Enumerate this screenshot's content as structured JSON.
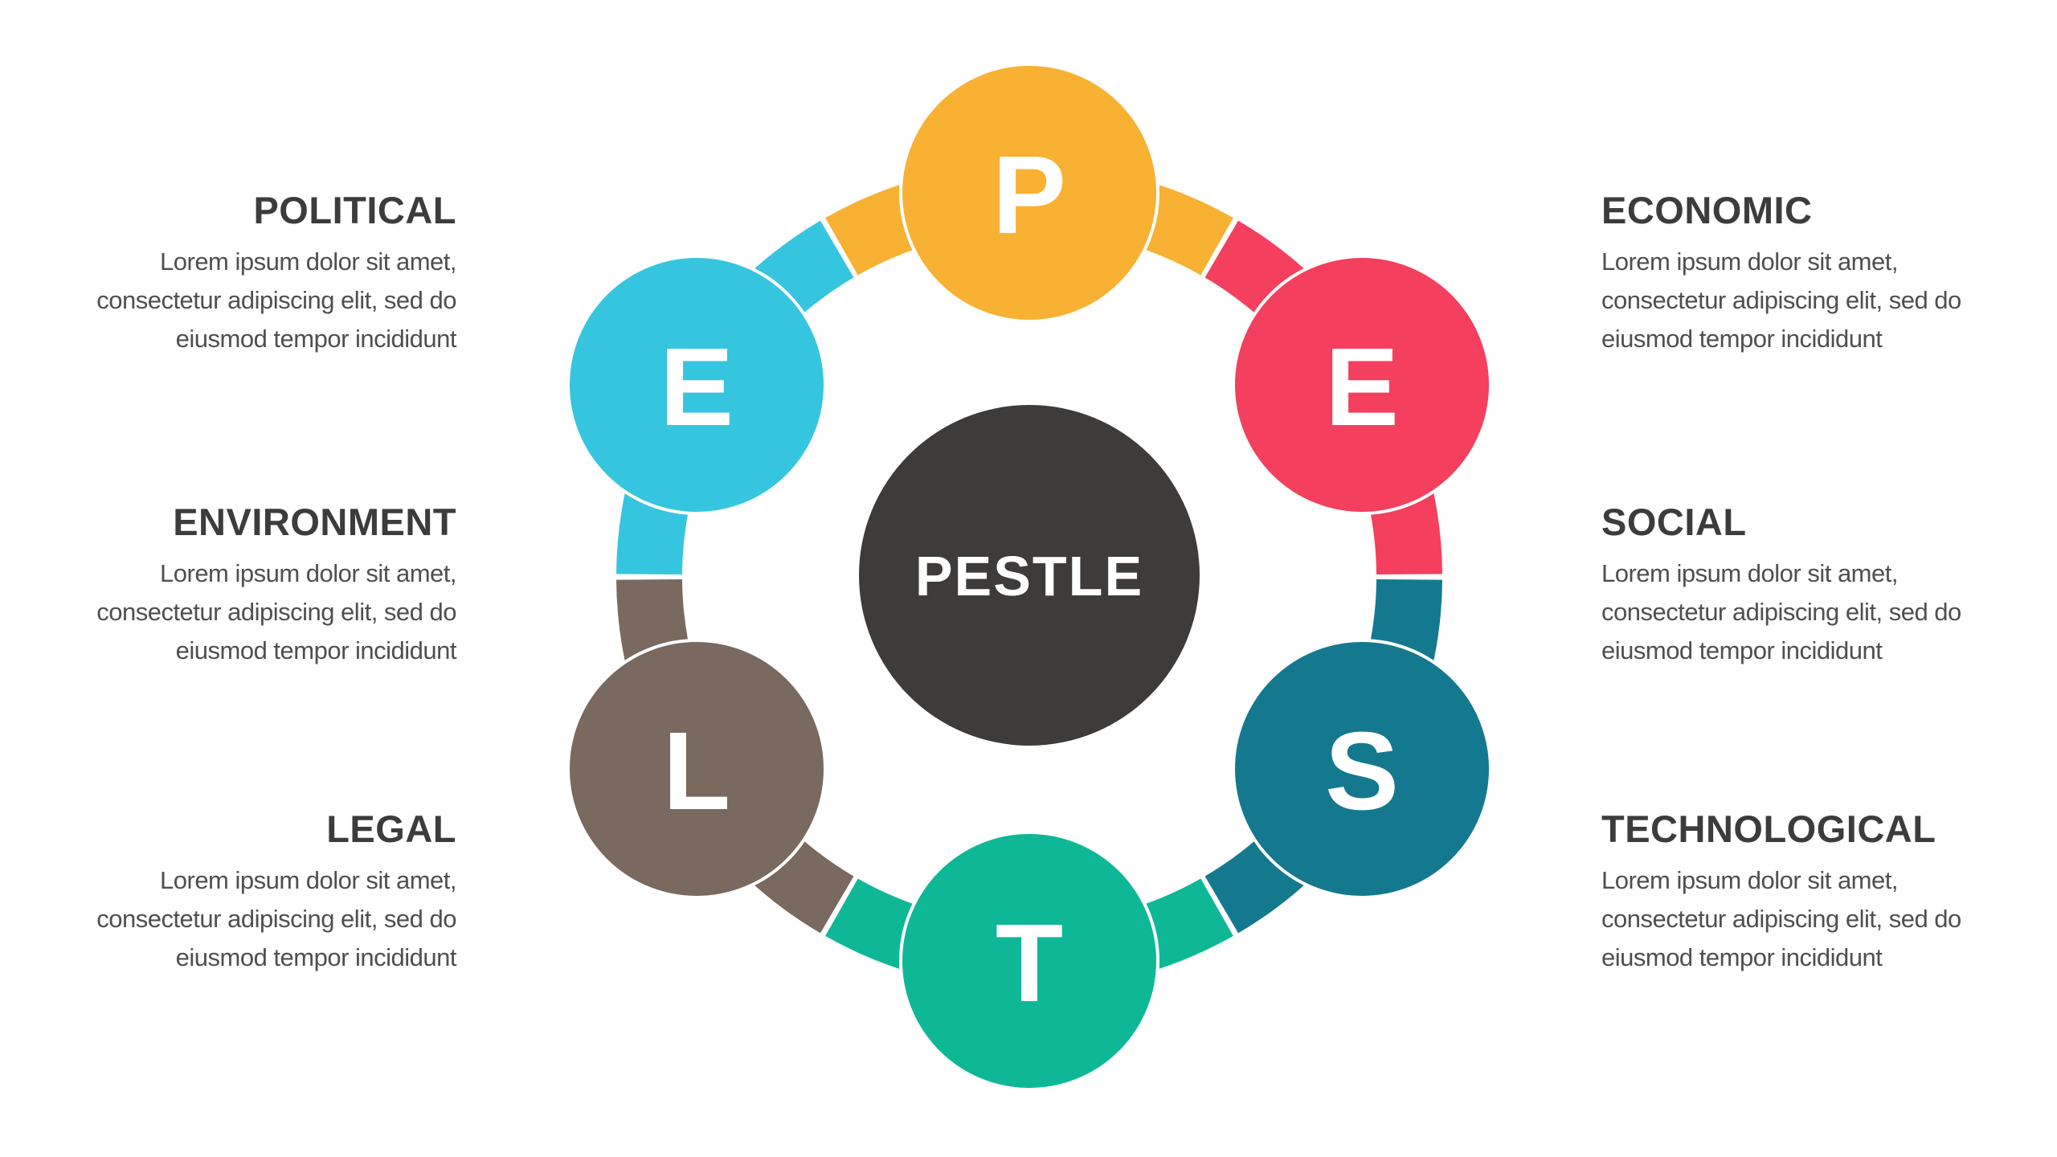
{
  "title": "PESTLE",
  "diagram": {
    "center_label": "PESTLE",
    "nodes": [
      {
        "letter": "P",
        "label": "POLITICAL",
        "color": "#F8B133"
      },
      {
        "letter": "E",
        "label": "ECONOMIC",
        "color": "#F43F5E"
      },
      {
        "letter": "S",
        "label": "SOCIAL",
        "color": "#14798E"
      },
      {
        "letter": "T",
        "label": "TECHNOLOGICAL",
        "color": "#0EB896"
      },
      {
        "letter": "L",
        "label": "LEGAL",
        "color": "#79695F"
      },
      {
        "letter": "E",
        "label": "ENVIRONMENT",
        "color": "#36C5DF"
      }
    ]
  },
  "colors": {
    "political": "#F8B133",
    "economic": "#F43F5E",
    "social": "#14798E",
    "technological": "#0EB896",
    "legal": "#79695F",
    "environment": "#36C5DF",
    "center_circle": "#3E3B3B",
    "heading_text": "#3C3C3C",
    "body_text": "#4F4F4F",
    "letter_text": "#FFFFFF"
  },
  "panels": {
    "left": [
      {
        "heading": "POLITICAL",
        "body": "Lorem ipsum dolor sit amet,\nconsectetur adipiscing elit, sed do\neiusmod tempor incididunt"
      },
      {
        "heading": "ENVIRONMENT",
        "body": "Lorem ipsum dolor sit amet,\nconsectetur adipiscing elit, sed do\neiusmod tempor incididunt"
      },
      {
        "heading": "LEGAL",
        "body": "Lorem ipsum dolor sit amet,\nconsectetur adipiscing elit, sed do\neiusmod tempor incididunt"
      }
    ],
    "right": [
      {
        "heading": "ECONOMIC",
        "body": "Lorem ipsum dolor sit amet,\nconsectetur adipiscing elit, sed do\neiusmod tempor incididunt"
      },
      {
        "heading": "SOCIAL",
        "body": "Lorem ipsum dolor sit amet,\nconsectetur adipiscing elit, sed do\neiusmod tempor incididunt"
      },
      {
        "heading": "TECHNOLOGICAL",
        "body": "Lorem ipsum dolor sit amet,\nconsectetur adipiscing elit, sed do\neiusmod tempor incididunt"
      }
    ]
  }
}
